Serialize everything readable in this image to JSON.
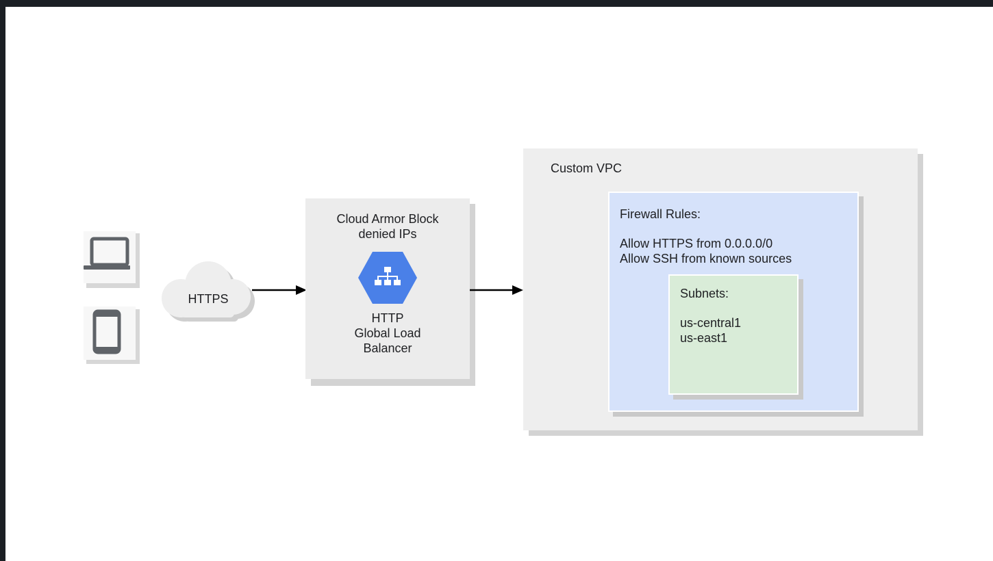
{
  "client": {
    "laptop_icon": "laptop-icon",
    "phone_icon": "phone-icon"
  },
  "cloud": {
    "label": "HTTPS"
  },
  "armor": {
    "title_line1": "Cloud Armor Block",
    "title_line2": "denied IPs",
    "icon": "load-balancer-icon",
    "service_line1": "HTTP",
    "service_line2": "Global Load",
    "service_line3": "Balancer"
  },
  "vpc": {
    "title": "Custom VPC",
    "firewall": {
      "title": "Firewall Rules:",
      "rules": [
        "Allow HTTPS from 0.0.0.0/0",
        "Allow SSH from known sources"
      ]
    },
    "subnets": {
      "title": "Subnets:",
      "items": [
        "us-central1",
        "us-east1"
      ]
    }
  },
  "colors": {
    "lb_icon": "#4a80e8",
    "firewall_fill": "#d6e2fa",
    "subnet_fill": "#d9ecd8",
    "arrow": "#000000"
  }
}
